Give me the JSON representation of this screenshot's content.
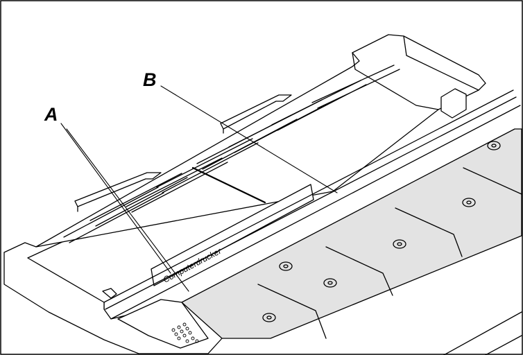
{
  "callouts": {
    "a": {
      "letter": "A"
    },
    "b": {
      "letter": "B"
    }
  },
  "printer": {
    "guide_label": "Computerdrucker"
  },
  "colors": {
    "line": "#000000",
    "paper_fill": "#e3e3e3",
    "body_fill": "#ffffff"
  }
}
